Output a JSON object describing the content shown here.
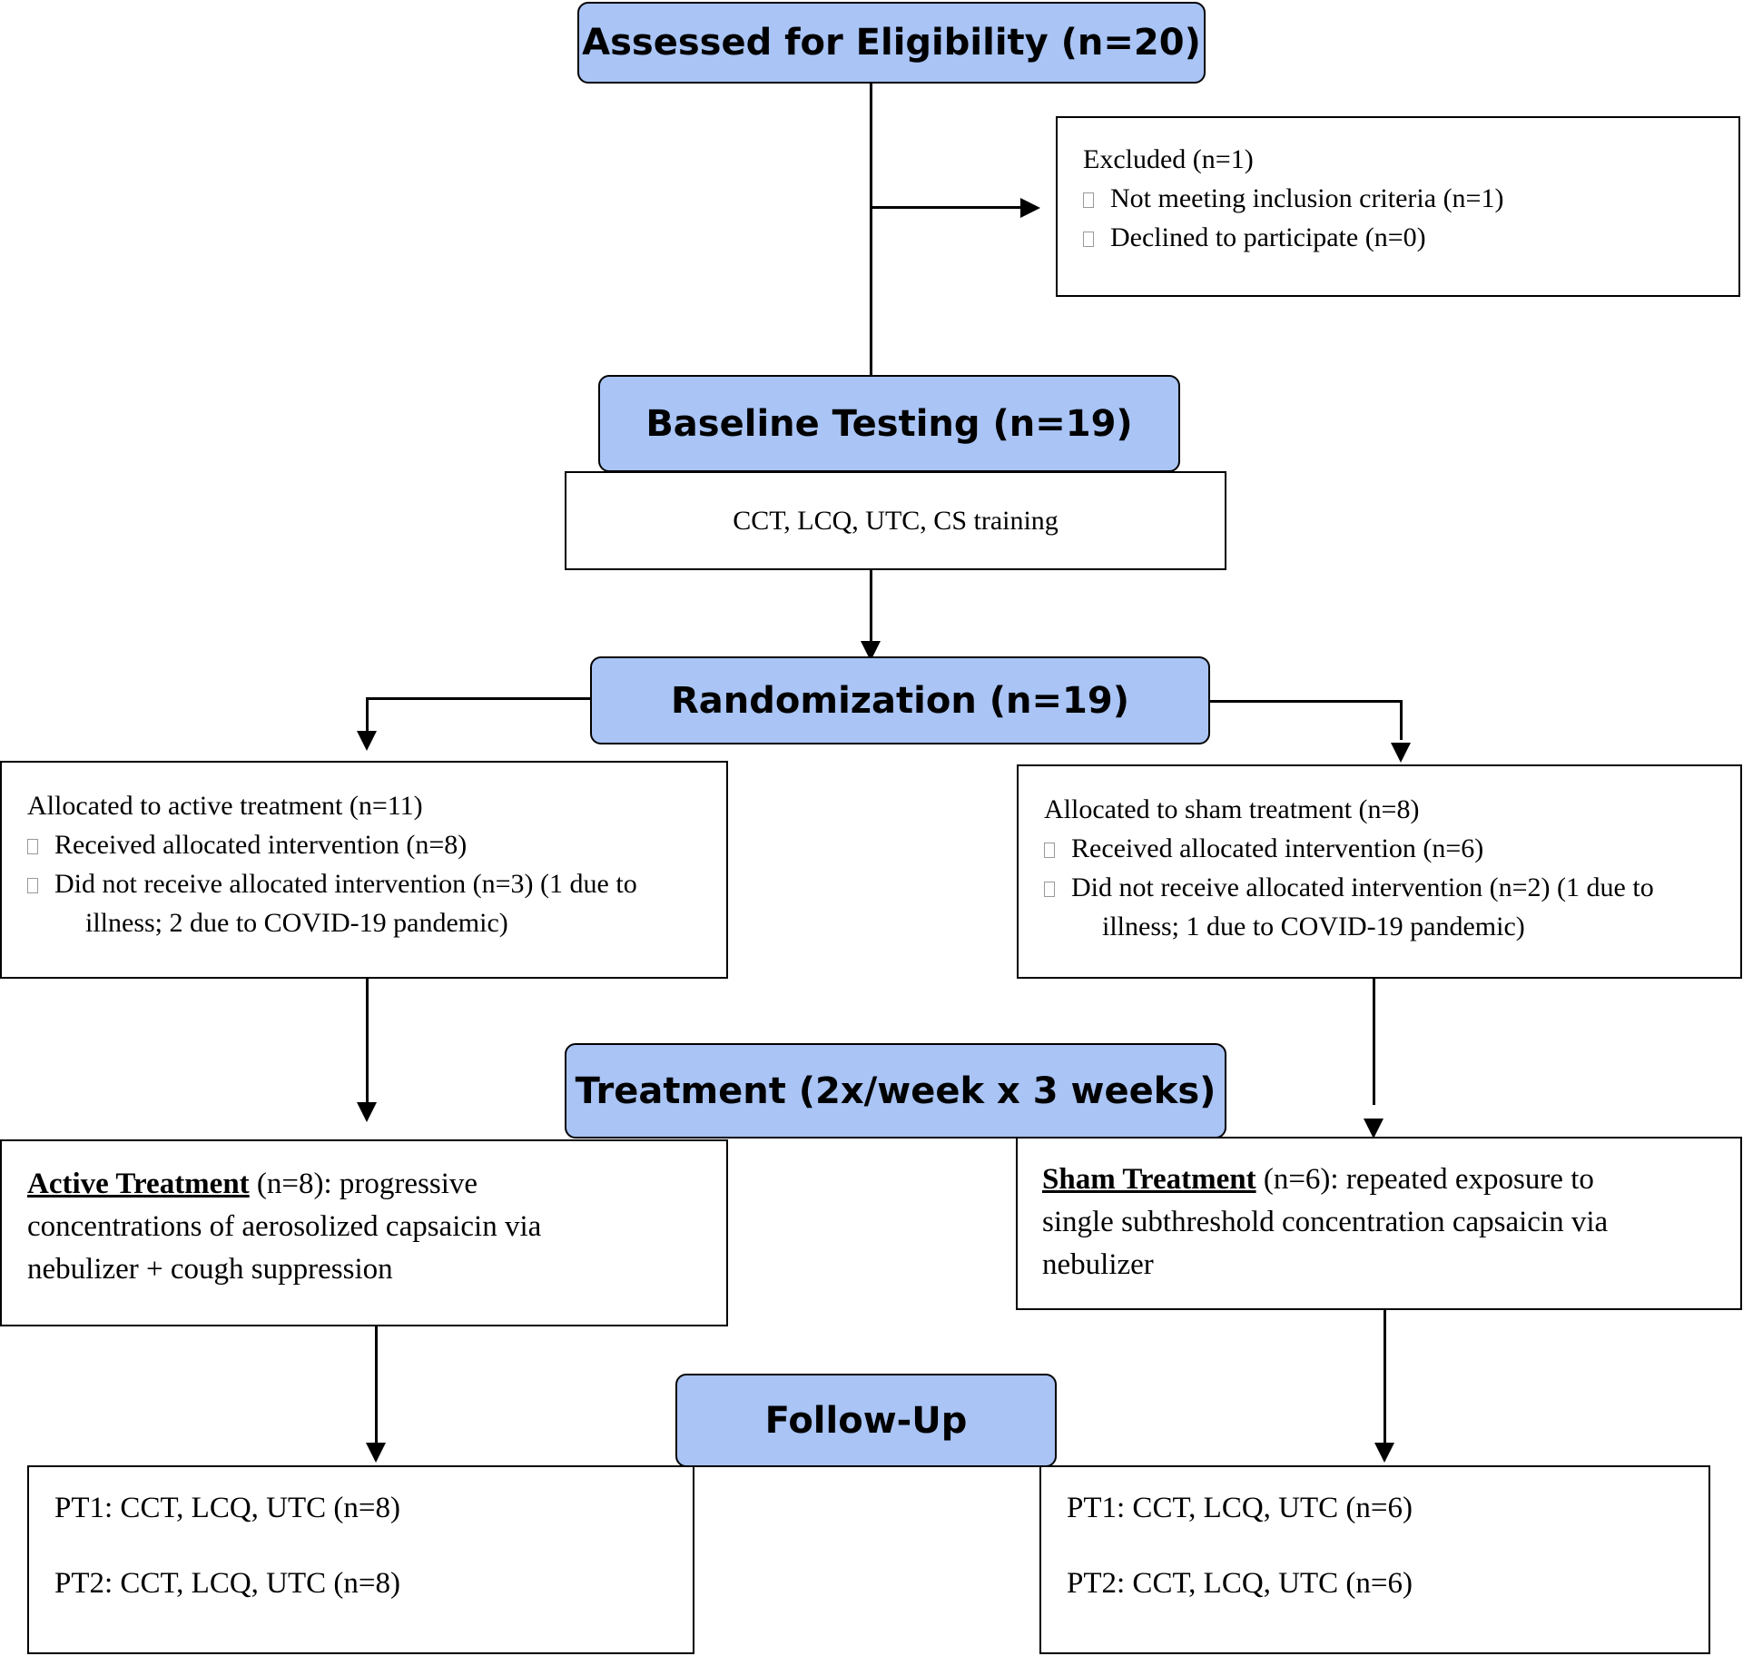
{
  "stages": {
    "eligibility": "Assessed for Eligibility (n=20)",
    "baseline": "Baseline Testing (n=19)",
    "randomization": "Randomization (n=19)",
    "treatment": "Treatment (2x/week x 3 weeks)",
    "followup": "Follow-Up"
  },
  "excluded": {
    "title": "Excluded (n=1)",
    "items": [
      "Not meeting inclusion criteria (n=1)",
      "Declined to participate (n=0)"
    ]
  },
  "baseline_box": {
    "text": "CCT, LCQ, UTC, CS training"
  },
  "active_allocation": {
    "title": "Allocated to active treatment (n=11)",
    "item1": "Received allocated intervention (n=8)",
    "item2_line1": "Did not receive allocated intervention (n=3) (1 due to",
    "item2_line2": "illness; 2 due to COVID-19 pandemic)"
  },
  "sham_allocation": {
    "title": "Allocated to sham treatment (n=8)",
    "item1": "Received allocated intervention (n=6)",
    "item2_line1": "Did not receive allocated intervention (n=2) (1 due to",
    "item2_line2": "illness; 1 due to COVID-19 pandemic)"
  },
  "active_treatment": {
    "heading": "Active Treatment",
    "line1_rest": " (n=8): progressive",
    "line2": "concentrations of aerosolized capsaicin via",
    "line3": "nebulizer + cough suppression"
  },
  "sham_treatment": {
    "heading": "Sham Treatment",
    "line1_rest": " (n=6): repeated exposure to",
    "line2": "single subthreshold concentration capsaicin via",
    "line3": "nebulizer"
  },
  "active_followup": {
    "pt1": "PT1: CCT, LCQ, UTC (n=8)",
    "pt2": "PT2: CCT, LCQ, UTC (n=8)"
  },
  "sham_followup": {
    "pt1": "PT1: CCT, LCQ, UTC (n=6)",
    "pt2": "PT2: CCT, LCQ, UTC (n=6)"
  },
  "colors": {
    "stage_fill": "#a9c4f5",
    "border": "#000000"
  }
}
